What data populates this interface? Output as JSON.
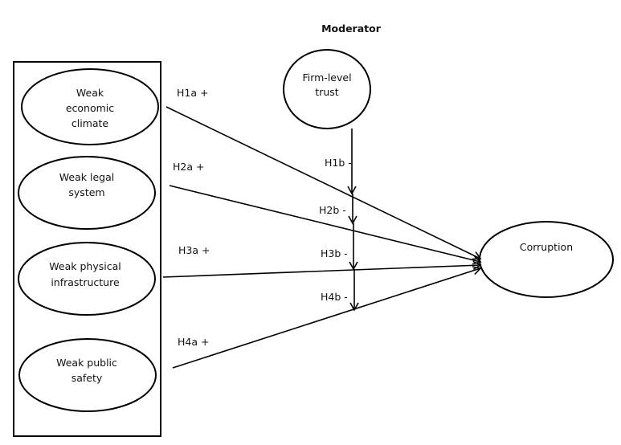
{
  "diagram": {
    "moderator_heading": "Moderator",
    "independent_variables": [
      {
        "id": "iv1",
        "lines": [
          "Weak",
          "economic",
          "climate"
        ]
      },
      {
        "id": "iv2",
        "lines": [
          "Weak legal",
          "system"
        ]
      },
      {
        "id": "iv3",
        "lines": [
          "Weak physical",
          "infrastructure"
        ]
      },
      {
        "id": "iv4",
        "lines": [
          "Weak public",
          "safety"
        ]
      }
    ],
    "moderator": {
      "lines": [
        "Firm-level",
        "trust"
      ]
    },
    "dependent_variable": {
      "label": "Corruption"
    },
    "direct_hypotheses": [
      {
        "label": "H1a +",
        "from": "iv1",
        "to": "Corruption",
        "sign": "+"
      },
      {
        "label": "H2a +",
        "from": "iv2",
        "to": "Corruption",
        "sign": "+"
      },
      {
        "label": "H3a +",
        "from": "iv3",
        "to": "Corruption",
        "sign": "+"
      },
      {
        "label": "H4a +",
        "from": "iv4",
        "to": "Corruption",
        "sign": "+"
      }
    ],
    "moderating_hypotheses": [
      {
        "label": "H1b -",
        "moderates": "H1a",
        "sign": "-"
      },
      {
        "label": "H2b -",
        "moderates": "H2a",
        "sign": "-"
      },
      {
        "label": "H3b -",
        "moderates": "H3a",
        "sign": "-"
      },
      {
        "label": "H4b -",
        "moderates": "H4a",
        "sign": "-"
      }
    ]
  }
}
